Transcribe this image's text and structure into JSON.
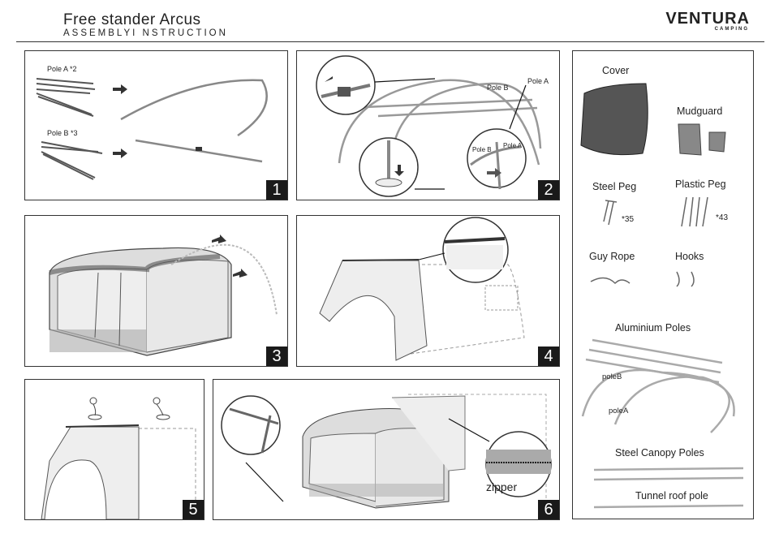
{
  "header": {
    "title": "Free stander Arcus",
    "subtitle": "ASSEMBLYI NSTRUCTION",
    "brand": "VENTURA",
    "brand_sub": "CAMPING"
  },
  "steps": [
    {
      "number": "1",
      "labels": [
        "Pole A *2",
        "Pole B *3"
      ]
    },
    {
      "number": "2",
      "labels": [
        "Pole B",
        "Pole A",
        "Pole B",
        "Pole A"
      ]
    },
    {
      "number": "3"
    },
    {
      "number": "4"
    },
    {
      "number": "5"
    },
    {
      "number": "6",
      "labels": [
        "zipper"
      ]
    }
  ],
  "parts": {
    "cover": "Cover",
    "mudguard": "Mudguard",
    "steel_peg": "Steel Peg",
    "steel_peg_qty": "*35",
    "plastic_peg": "Plastic Peg",
    "plastic_peg_qty": "*43",
    "guy_rope": "Guy Rope",
    "hooks": "Hooks",
    "aluminium_poles": "Aluminium Poles",
    "pole_b": "poleB",
    "pole_a": "poleA",
    "steel_canopy_poles": "Steel Canopy Poles",
    "tunnel_roof_pole": "Tunnel roof pole"
  }
}
